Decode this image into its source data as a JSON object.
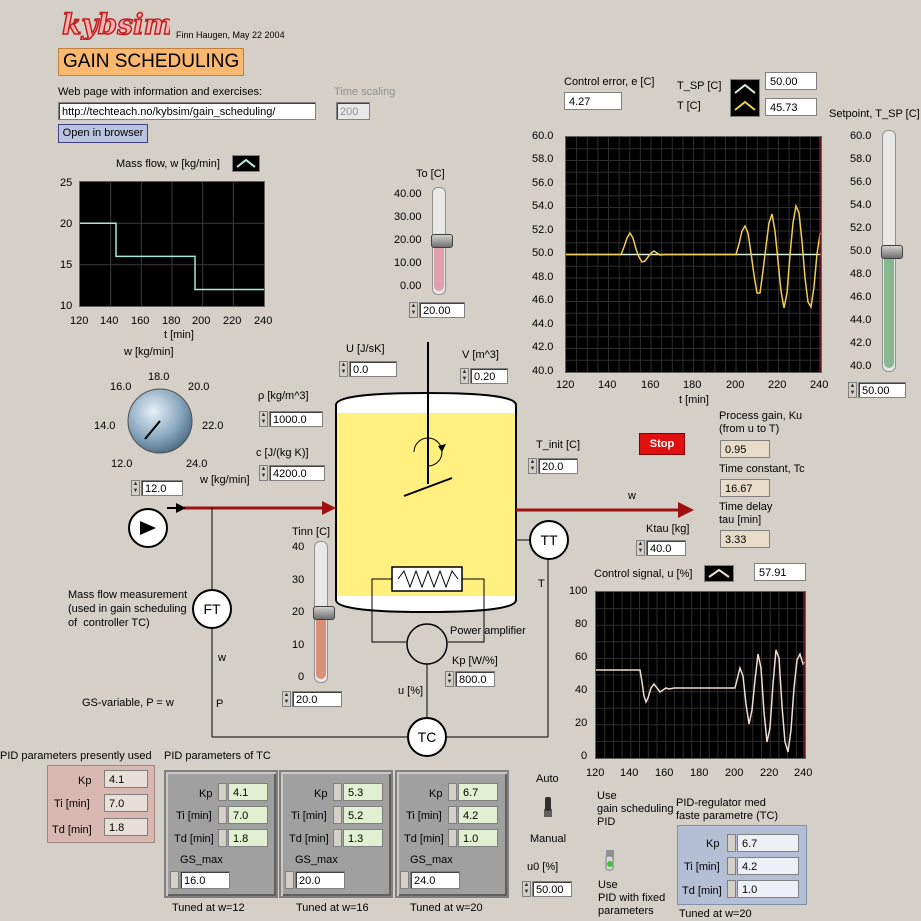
{
  "header": {
    "logo": "KYBSIM",
    "author": "Finn Haugen, May 22 2004",
    "title": "GAIN SCHEDULING"
  },
  "web": {
    "label": "Web page with information and exercises:",
    "url": "http://techteach.no/kybsim/gain_scheduling/",
    "open_button": "Open in browser",
    "time_scaling_label": "Time scaling",
    "time_scaling_value": "200"
  },
  "mass_flow_chart": {
    "title": "Mass flow, w [kg/min]",
    "xlabel": "t [min]",
    "yticks": [
      "25",
      "20",
      "15",
      "10"
    ],
    "xticks": [
      "120",
      "140",
      "160",
      "180",
      "200",
      "220",
      "240"
    ]
  },
  "knob": {
    "label": "w [kg/min]",
    "value": "12.0",
    "unit": "w [kg/min]",
    "ticks": [
      "12.0",
      "14.0",
      "16.0",
      "18.0",
      "20.0",
      "22.0",
      "24.0"
    ]
  },
  "rho": {
    "label": "ρ [kg/m^3]",
    "value": "1000.0"
  },
  "c": {
    "label": "c [J/(kg K)]",
    "value": "4200.0"
  },
  "U": {
    "label": "U [J/sK]",
    "value": "0.0"
  },
  "V": {
    "label": "V [m^3]",
    "value": "0.20"
  },
  "To": {
    "label": "To [C]",
    "ticks": [
      "40.00",
      "30.00",
      "20.00",
      "10.00",
      "0.00"
    ],
    "value": "20.00"
  },
  "Tinn": {
    "label": "Tinn [C]",
    "ticks": [
      "40",
      "30",
      "20",
      "10",
      "0"
    ],
    "value": "20.0"
  },
  "T_init": {
    "label": "T_init [C]",
    "value": "20.0"
  },
  "Ktau": {
    "label": "Ktau [kg]",
    "value": "40.0"
  },
  "Kp_power": {
    "label": "Kp [W/%]",
    "value": "800.0"
  },
  "diagram": {
    "w_label": "w",
    "T_label": "T",
    "w_ft": "w",
    "P": "P",
    "u_label": "u [%]",
    "power_amplifier": "Power amplifier",
    "FT": "FT",
    "TT": "TT",
    "TC": "TC",
    "flow_note": "Mass flow measurement\n(used in gain scheduling\nof  controller TC)",
    "gs_variable": "GS-variable, P = w"
  },
  "control_error": {
    "label": "Control error, e [C]",
    "value": "4.27"
  },
  "legend": {
    "tsp_label": "T_SP [C]",
    "tsp_value": "50.00",
    "t_label": "T [C]",
    "t_value": "45.73"
  },
  "temp_chart": {
    "xlabel": "t [min]",
    "yticks": [
      "60.0",
      "58.0",
      "56.0",
      "54.0",
      "52.0",
      "50.0",
      "48.0",
      "46.0",
      "44.0",
      "42.0",
      "40.0"
    ],
    "xticks": [
      "120",
      "140",
      "160",
      "180",
      "200",
      "220",
      "240"
    ]
  },
  "setpoint": {
    "label": "Setpoint, T_SP [C]",
    "ticks": [
      "60.0",
      "58.0",
      "56.0",
      "54.0",
      "52.0",
      "50.0",
      "48.0",
      "46.0",
      "44.0",
      "42.0",
      "40.0"
    ],
    "value": "50.00"
  },
  "process": {
    "gain_label": "Process gain, Ku\n(from u to T)",
    "gain_value": "0.95",
    "tc_label": "Time constant, Tc",
    "tc_value": "16.67",
    "td_label": "Time delay\ntau [min]",
    "td_value": "3.33"
  },
  "stop_button": "Stop",
  "control_signal": {
    "label": "Control signal, u [%]",
    "value": "57.91",
    "yticks": [
      "100",
      "80",
      "60",
      "40",
      "20",
      "0"
    ],
    "xticks": [
      "120",
      "140",
      "160",
      "180",
      "200",
      "220",
      "240"
    ]
  },
  "pid_present": {
    "title": "PID parameters presently used",
    "rows": [
      {
        "label": "Kp",
        "value": "4.1"
      },
      {
        "label": "Ti [min]",
        "value": "7.0"
      },
      {
        "label": "Td [min]",
        "value": "1.8"
      }
    ]
  },
  "pid_tc": {
    "title": "PID parameters of TC",
    "sets": [
      {
        "Kp": "4.1",
        "Ti": "7.0",
        "Td": "1.8",
        "gs_max_label": "GS_max",
        "gs_max": "16.0",
        "tuned": "Tuned at w=12"
      },
      {
        "Kp": "5.3",
        "Ti": "5.2",
        "Td": "1.3",
        "gs_max_label": "GS_max",
        "gs_max": "20.0",
        "tuned": "Tuned at w=16"
      },
      {
        "Kp": "6.7",
        "Ti": "4.2",
        "Td": "1.0",
        "gs_max_label": "GS_max",
        "gs_max": "24.0",
        "tuned": "Tuned at w=20"
      }
    ],
    "kp_label": "Kp",
    "ti_label": "Ti [min]",
    "td_label": "Td [min]"
  },
  "mode": {
    "auto": "Auto",
    "manual": "Manual",
    "u0_label": "u0 [%]",
    "u0_value": "50.00"
  },
  "gs_switch": {
    "use_gs": "Use\ngain scheduling\nPID",
    "use_fixed": "Use\nPID with fixed\nparameters"
  },
  "fixed_pid": {
    "title": "PID-regulator med\nfaste parametre (TC)",
    "Kp": "6.7",
    "Ti": "4.2",
    "Td": "1.0",
    "tuned": "Tuned at w=20"
  }
}
